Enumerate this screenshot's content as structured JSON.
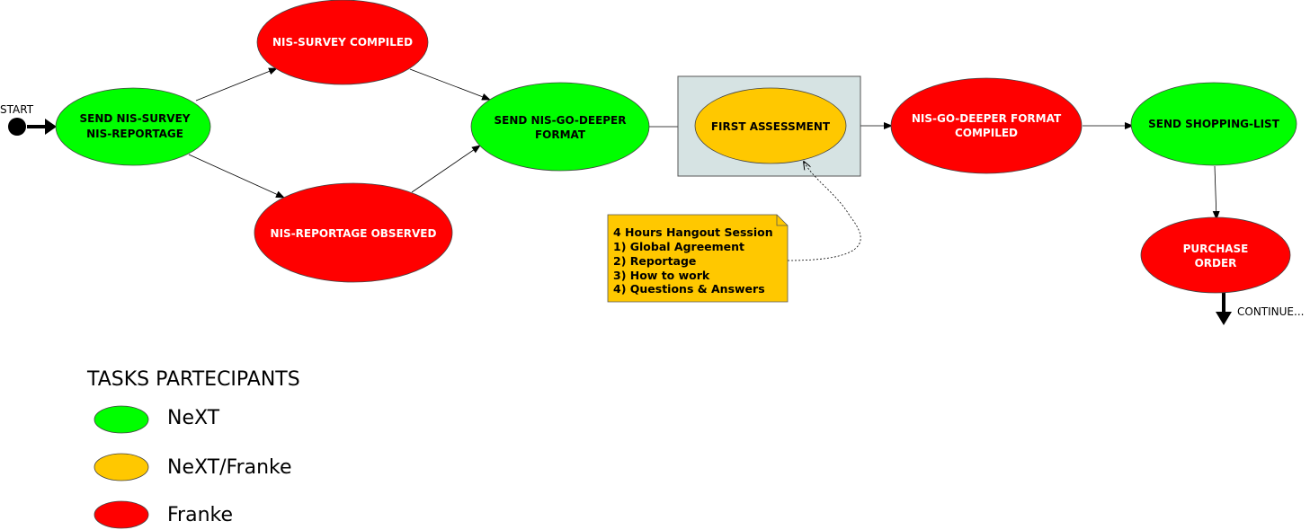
{
  "start_label": "START",
  "continue_label": "CONTINUE...",
  "colors": {
    "next": "#00ff00",
    "shared": "#ffc800",
    "franke": "#ff0000",
    "highlight_box": "#d6e3e3",
    "note": "#ffc800"
  },
  "nodes": {
    "send_survey": {
      "line1": "SEND NIS-SURVEY",
      "line2": "NIS-REPORTAGE"
    },
    "survey_compiled": {
      "line1": "NIS-SURVEY COMPILED"
    },
    "reportage_observed": {
      "line1": "NIS-REPORTAGE OBSERVED"
    },
    "send_go_deeper": {
      "line1": "SEND NIS-GO-DEEPER",
      "line2": "FORMAT"
    },
    "first_assessment": {
      "line1": "FIRST ASSESSMENT"
    },
    "go_deeper_compiled": {
      "line1": "NIS-GO-DEEPER FORMAT",
      "line2": "COMPILED"
    },
    "send_shopping_list": {
      "line1": "SEND SHOPPING-LIST"
    },
    "purchase_order": {
      "line1": "PURCHASE",
      "line2": "ORDER"
    }
  },
  "note": {
    "lines": [
      "4 Hours Hangout Session",
      "1) Global Agreement",
      "2) Reportage",
      "3) How to work",
      "4) Questions & Answers"
    ]
  },
  "legend": {
    "title": "TASKS PARTECIPANTS",
    "items": [
      {
        "label": "NeXT",
        "color": "#00ff00"
      },
      {
        "label": "NeXT/Franke",
        "color": "#ffc800"
      },
      {
        "label": "Franke",
        "color": "#ff0000"
      }
    ]
  }
}
